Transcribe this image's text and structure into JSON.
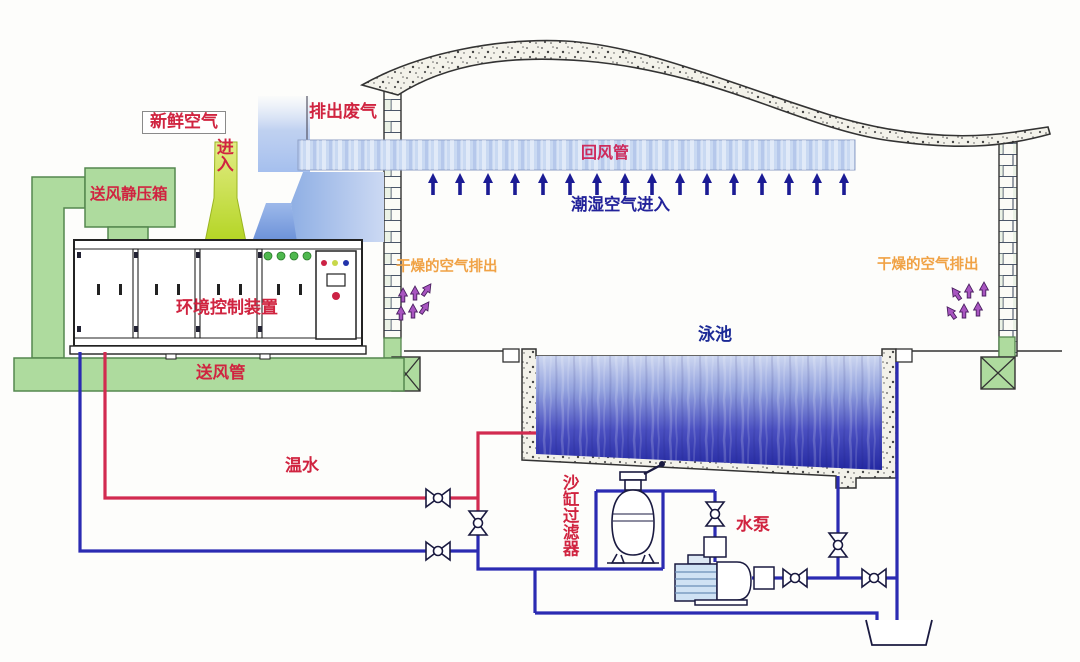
{
  "labels": {
    "fresh_air_line1": "新鲜空气",
    "fresh_air_line2": "进入",
    "exhaust_air": "排出废气",
    "supply_plenum": "送风静压箱",
    "control_unit": "环境控制装置",
    "supply_duct": "送风管",
    "return_duct": "回风管",
    "humid_air": "潮湿空气进入",
    "dry_air_left": "干燥的空气排出",
    "dry_air_right": "干燥的空气排出",
    "pool": "泳池",
    "warm_water": "温水",
    "sand_filter": "沙缸过滤器",
    "water_pump": "水泵"
  },
  "airflow": {
    "humid_arrow_count": 16,
    "dry_arrow_count_left": 6,
    "dry_arrow_count_right": 6
  },
  "colors": {
    "label_red": "#d02440",
    "label_pink": "#ce2b5c",
    "label_navy": "#22229a",
    "label_orange": "#f0a245",
    "pipe_warm": "#d22b50",
    "pipe_cold": "#2b2bb2",
    "duct_green": "#aedb9e",
    "air_light_blue": "#c9d9f2",
    "water_deep_blue": "#2a2ea8",
    "fresh_air_green": "#c3dc3a",
    "dry_air_purple": "#a855c0"
  }
}
